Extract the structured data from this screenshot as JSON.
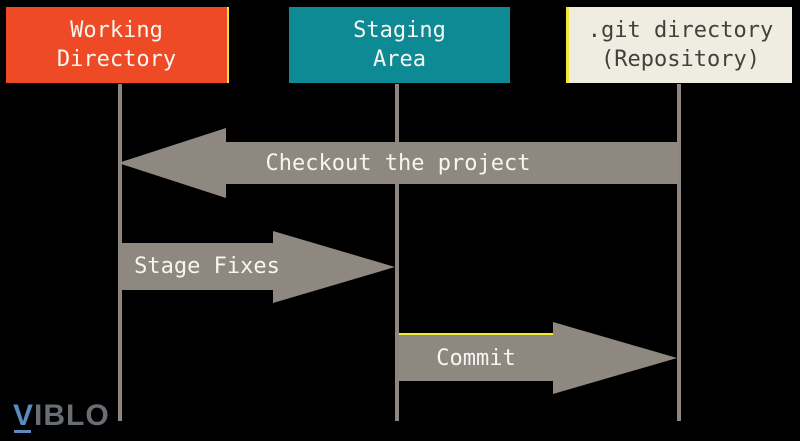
{
  "columns": [
    {
      "id": "working-directory",
      "line1": "Working",
      "line2": "Directory",
      "bg": "#EF4A26"
    },
    {
      "id": "staging-area",
      "line1": "Staging",
      "line2": "Area",
      "bg": "#0D8A94"
    },
    {
      "id": "git-directory",
      "line1": ".git directory",
      "line2": "(Repository)",
      "bg": "#EFEDE2"
    }
  ],
  "arrows": [
    {
      "id": "checkout",
      "label": "Checkout the project",
      "direction": "left",
      "from": "git-directory",
      "to": "working-directory"
    },
    {
      "id": "stage-fixes",
      "label": "Stage Fixes",
      "direction": "right",
      "from": "working-directory",
      "to": "staging-area"
    },
    {
      "id": "commit",
      "label": "Commit",
      "direction": "right",
      "from": "staging-area",
      "to": "git-directory"
    }
  ],
  "colors": {
    "background": "#000000",
    "working_directory_box": "#EF4A26",
    "staging_area_box": "#0D8A94",
    "git_directory_box": "#EFEDE2",
    "git_directory_text": "#45413A",
    "arrow_and_line_gray": "#8F8880",
    "yellow_accent": "#F2E93B",
    "arrow_text": "#F7F5F2",
    "logo_blue": "#5A8BC0",
    "logo_gray": "#686E74"
  },
  "logo": {
    "first_letter": "V",
    "rest": "IBLO"
  }
}
